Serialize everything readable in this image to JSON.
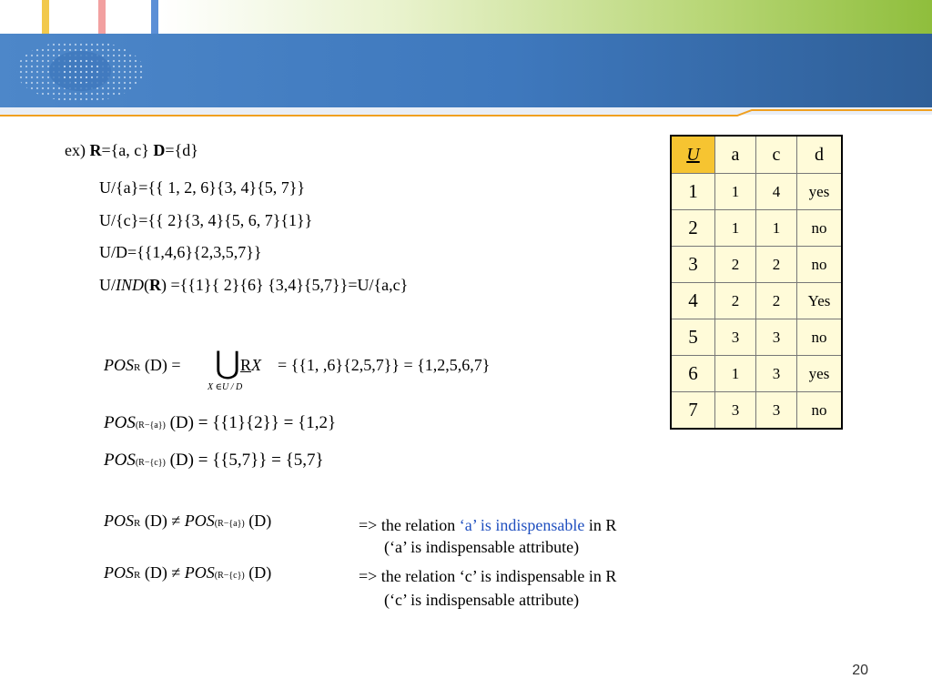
{
  "colors": {
    "accent_blue": "#3e78bd",
    "green": "#8fbe3c",
    "orange": "#f0a020",
    "table_bg": "#fffbd9",
    "u_cell": "#f6c431",
    "highlight": "#1f4fbf"
  },
  "example": {
    "prefix": "ex)",
    "r_bold": "R",
    "r_value": "={a, c}",
    "d_bold": "D",
    "d_value": "={d}"
  },
  "lines": {
    "ua": "U/{a}={{ 1, 2, 6}{3, 4}{5, 7}}",
    "uc": "U/{c}={{ 2}{3, 4}{5, 6, 7}{1}}",
    "ud": "U/D={{1,4,6}{2,3,5,7}}",
    "uind_pre": "U/",
    "uind_ind": "IND",
    "uind_open": "(",
    "uind_r": "R",
    "uind_rest": ") ={{1}{ 2}{6} {3,4}{5,7}}=U/{a,c}"
  },
  "formulas": {
    "pos": "POS",
    "sub_r": "R",
    "d": "(D)",
    "eq": "=",
    "union": "⋃",
    "rx_r": "R",
    "rx_x": "X",
    "union_under": "X ∈U / D",
    "f1_rhs": "= {{1, ,6}{2,5,7}} = {1,2,5,6,7}",
    "sub_ra": "(R−{a})",
    "f2_rhs": "(D) = {{1}{2}} = {1,2}",
    "sub_rc": "(R−{c})",
    "f3_rhs": "(D) = {{5,7}} = {5,7}",
    "neq": "≠"
  },
  "conclusions": {
    "a_arrow": "=>",
    "a_text1": " the relation ",
    "a_highlight": "‘a’ is  indispensable",
    "a_text2": " in R",
    "a_note": "(‘a’ is indispensable attribute)",
    "c_line": "=> the relation ‘c’ is  indispensable in R",
    "c_note": "(‘c’ is indispensable attribute)"
  },
  "table": {
    "headers": [
      "U",
      "a",
      "c",
      "d"
    ],
    "rows": [
      [
        "1",
        "1",
        "4",
        "yes"
      ],
      [
        "2",
        "1",
        "1",
        "no"
      ],
      [
        "3",
        "2",
        "2",
        "no"
      ],
      [
        "4",
        "2",
        "2",
        "Yes"
      ],
      [
        "5",
        "3",
        "3",
        "no"
      ],
      [
        "6",
        "1",
        "3",
        "yes"
      ],
      [
        "7",
        "3",
        "3",
        "no"
      ]
    ]
  },
  "page_number": "20"
}
